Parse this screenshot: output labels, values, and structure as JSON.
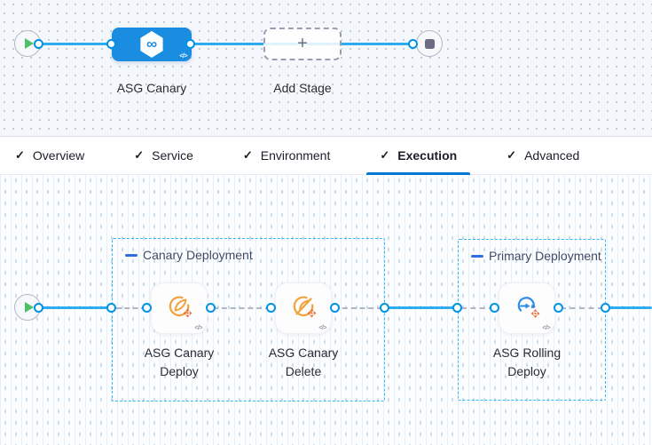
{
  "icons": {
    "check": "✓",
    "plus": "+",
    "infinity": "∞",
    "yaml_badge": "</>"
  },
  "stage_pipeline": {
    "stage_label": "ASG Canary",
    "add_stage_label": "Add Stage"
  },
  "tabs": [
    {
      "label": "Overview",
      "state": "checked"
    },
    {
      "label": "Service",
      "state": "checked"
    },
    {
      "label": "Environment",
      "state": "checked"
    },
    {
      "label": "Execution",
      "state": "active"
    },
    {
      "label": "Advanced",
      "state": "checked"
    }
  ],
  "execution": {
    "groups": [
      {
        "title": "Canary Deployment",
        "steps": [
          {
            "label": "ASG Canary Deploy"
          },
          {
            "label": "ASG Canary Delete"
          }
        ]
      },
      {
        "title": "Primary Deployment",
        "steps": [
          {
            "label": "ASG Rolling Deploy"
          }
        ]
      }
    ]
  },
  "colors": {
    "stage_node_blue": "#1b8de0",
    "connector_blue": "#2fabf0",
    "port_border_blue": "#0092e4",
    "active_tab_underline": "#0278d5",
    "group_border_blue": "#38b6f0",
    "group_dash_blue": "#2e6fe0",
    "play_green": "#4fbe68",
    "asg_icon_orange": "#f0a23d",
    "scaling_arrows_orange": "#e9713f",
    "rolling_icon_blue": "#2f8ce2"
  }
}
